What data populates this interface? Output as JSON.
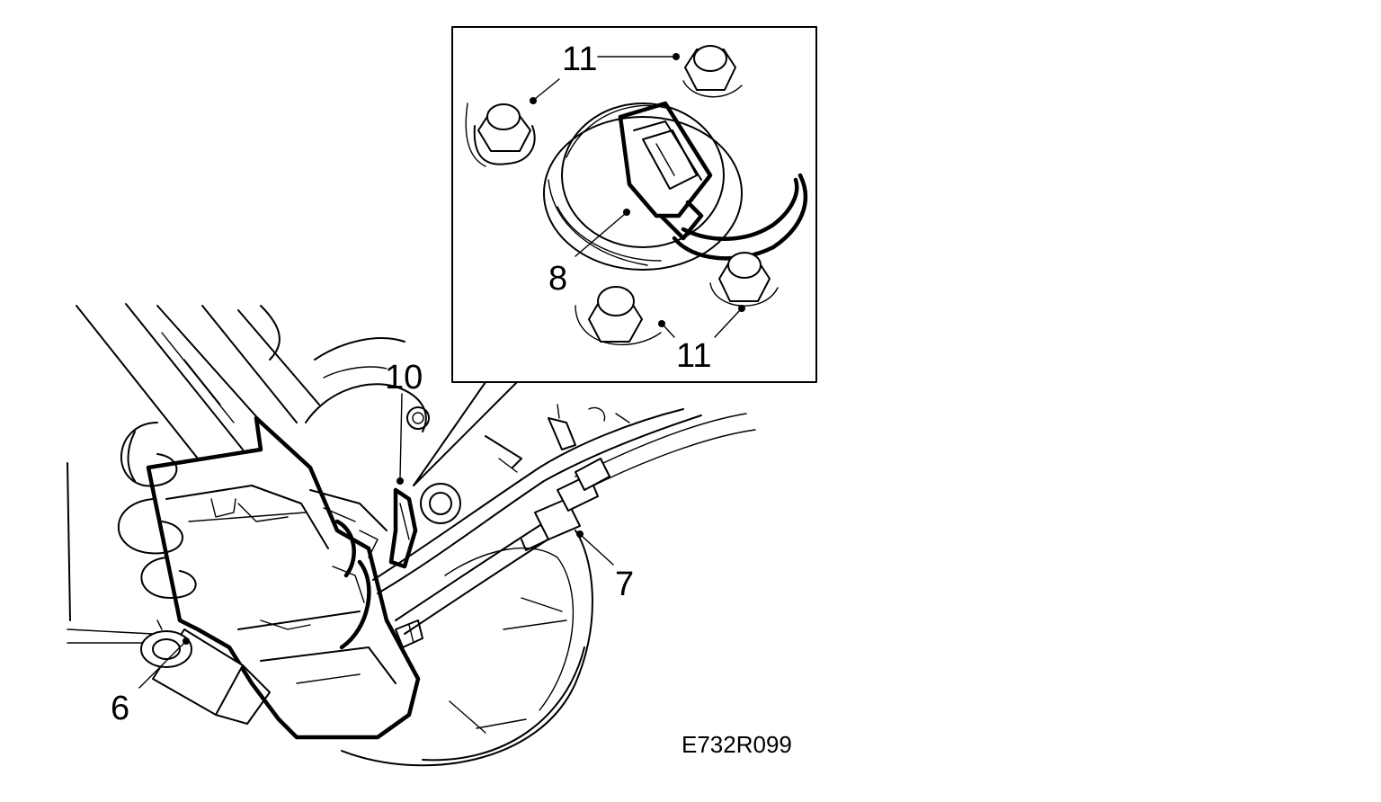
{
  "diagram": {
    "figure_id": "E732R099",
    "callouts": {
      "c6": "6",
      "c7": "7",
      "c8": "8",
      "c10": "10",
      "c11_top": "11",
      "c11_bottom": "11"
    },
    "colors": {
      "line": "#000000",
      "background": "#ffffff"
    }
  }
}
